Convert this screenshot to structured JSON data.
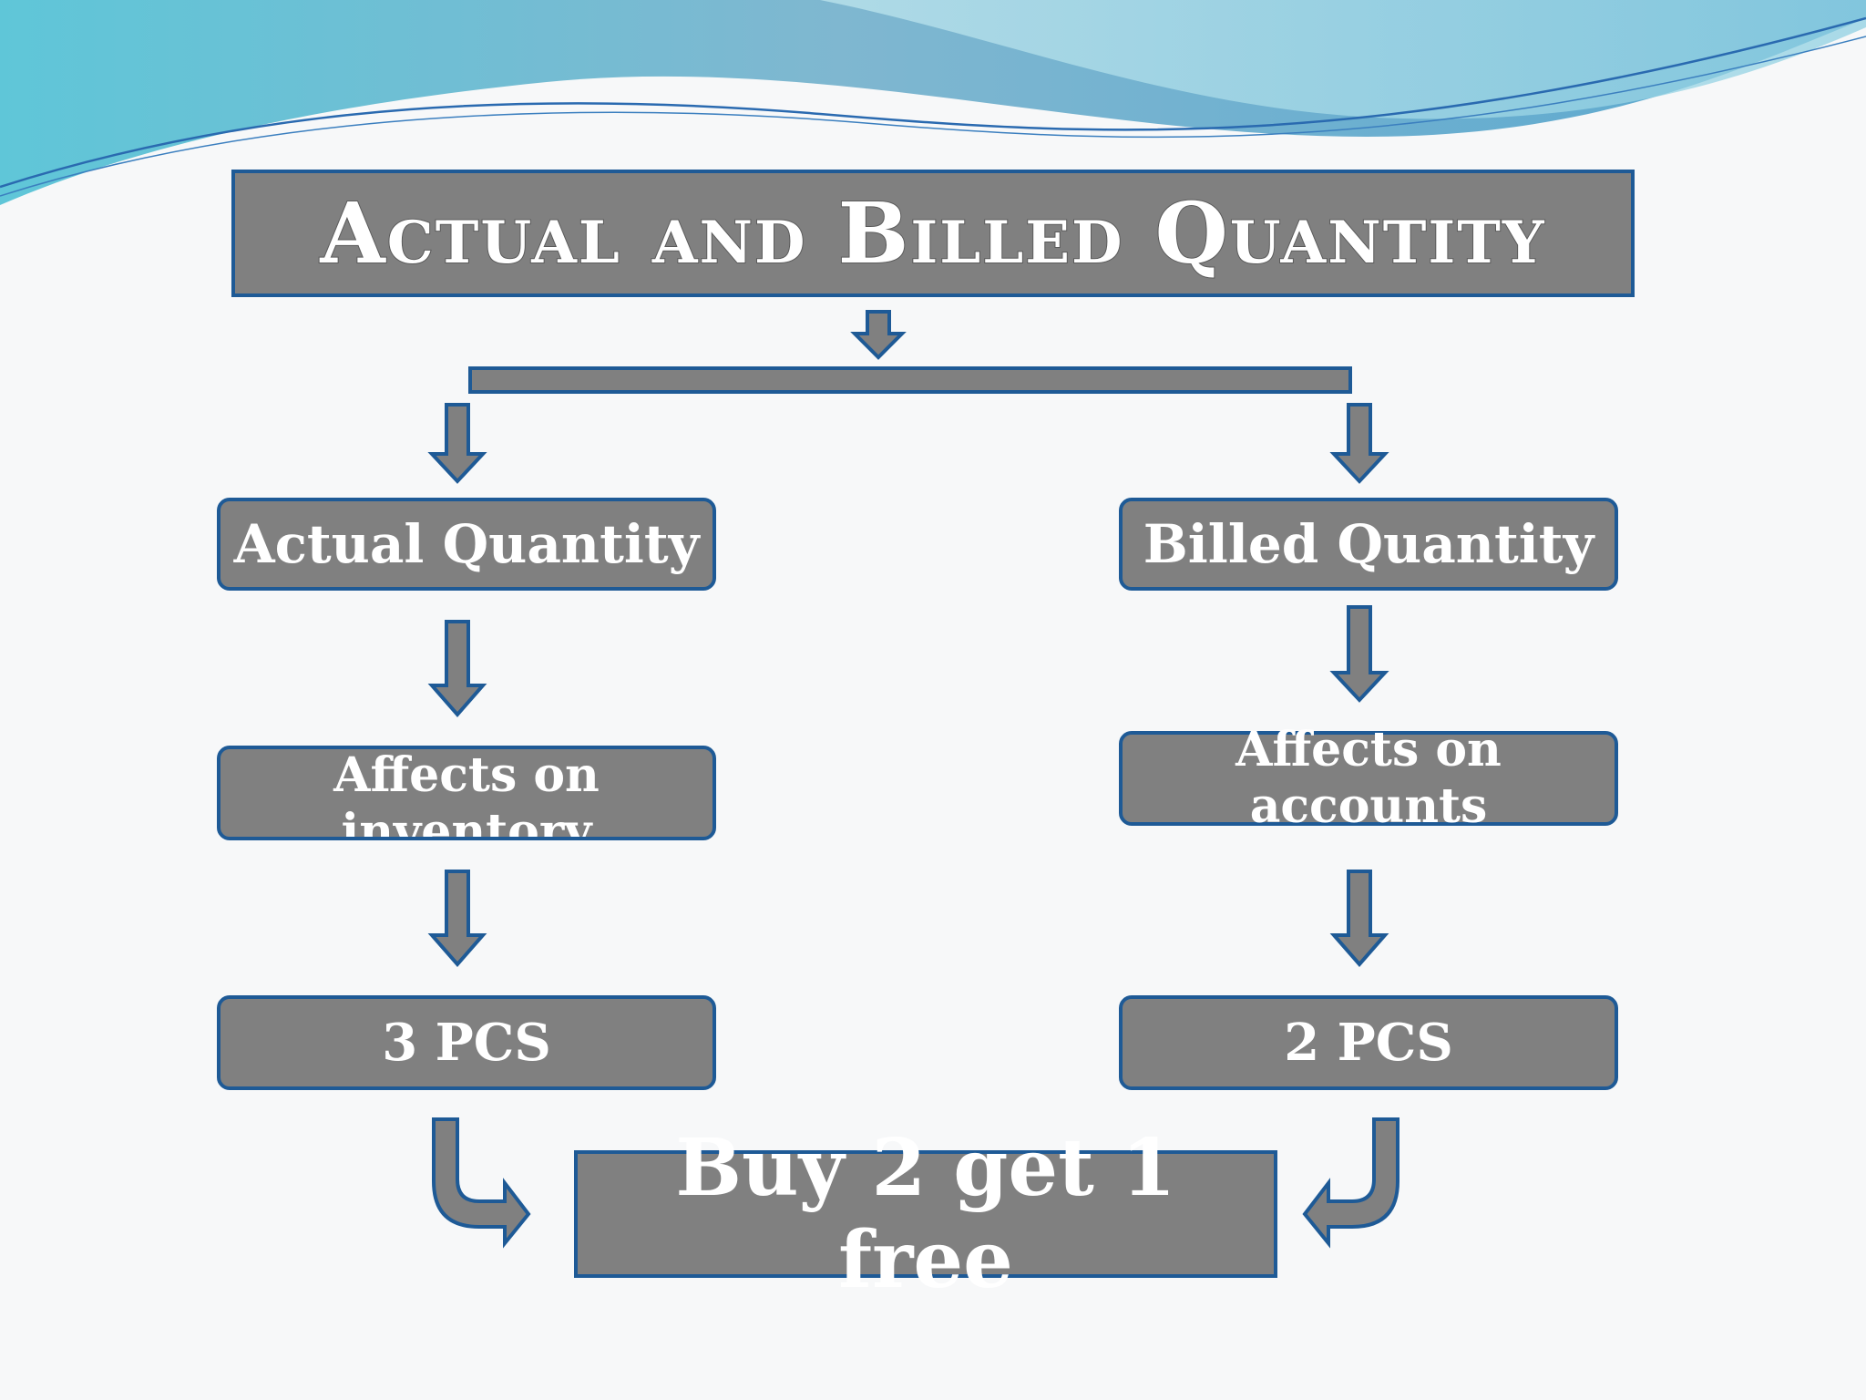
{
  "title": "Actual and Billed Quantity",
  "left_branch": {
    "heading": "Actual Quantity",
    "effect_line1": "Affects on",
    "effect_line2": "inventory",
    "value": "3 PCS"
  },
  "right_branch": {
    "heading": "Billed Quantity",
    "effect_line1": "Affects on",
    "effect_line2": "accounts",
    "value": "2 PCS"
  },
  "result": "Buy 2 get 1 free",
  "colors": {
    "box_fill": "#808080",
    "box_border": "#1e5a96",
    "text": "#ffffff",
    "wave_teal": "#5fc6d8",
    "wave_blue": "#5a9ec4"
  }
}
